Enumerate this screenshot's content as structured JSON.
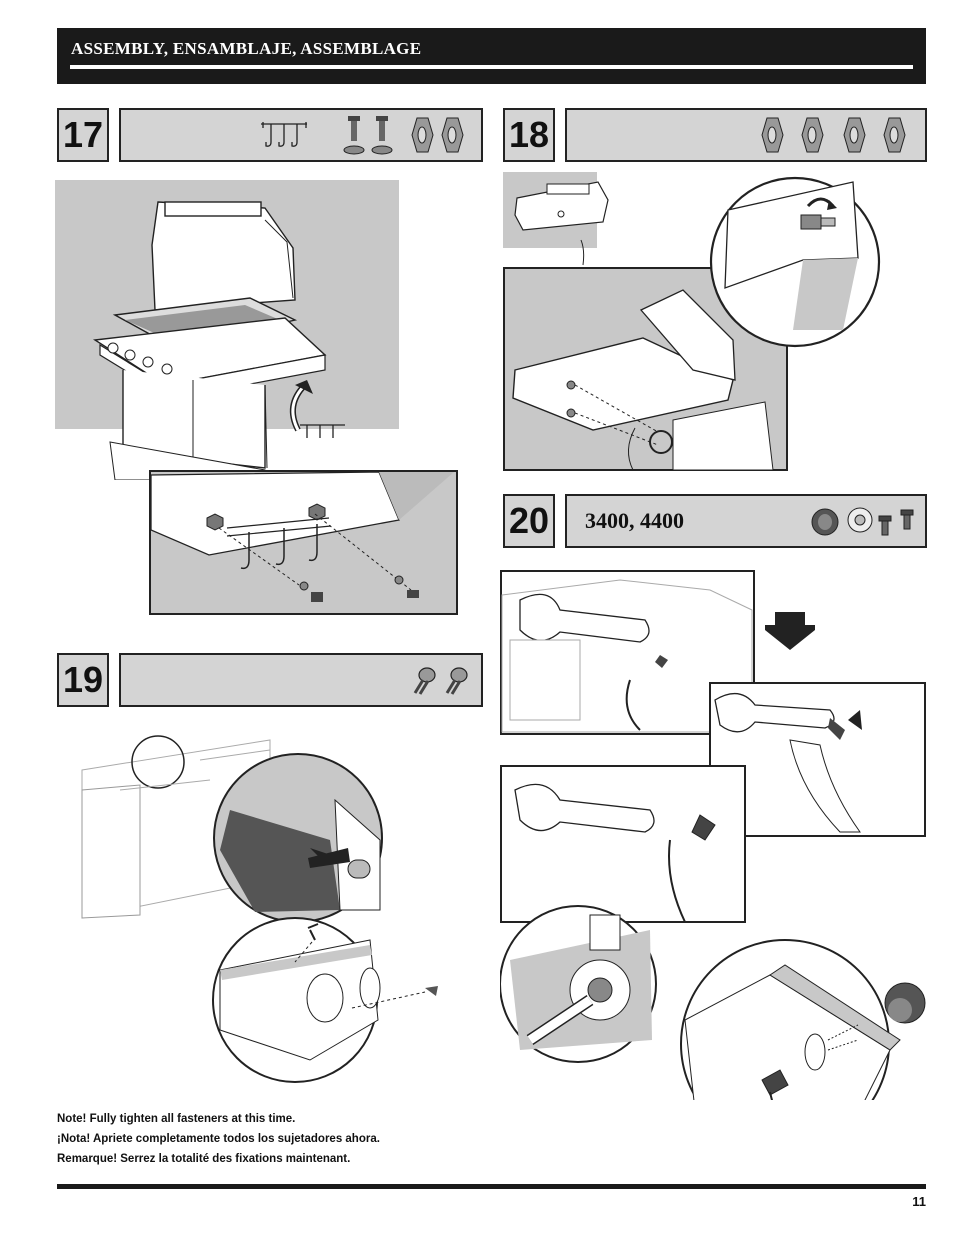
{
  "header": {
    "title": "ASSEMBLY, ENSAMBLAJE, ASSEMBLAGE"
  },
  "steps": [
    {
      "number": "17",
      "label": ""
    },
    {
      "number": "18",
      "label": ""
    },
    {
      "number": "19",
      "label": ""
    },
    {
      "number": "20",
      "label": "3400, 4400"
    }
  ],
  "notes": [
    "Note!  Fully tighten all fasteners at this time.",
    "¡Nota!  Apriete completamente todos los sujetadores ahora.",
    "Remarque!  Serrez la totalité des fixations maintenant."
  ],
  "page_number": "11",
  "colors": {
    "header_bg": "#1a1a1a",
    "step_bg": "#d4d4d4",
    "figure_gray": "#c8c8c8",
    "panel_dark": "#555555"
  },
  "icons": [
    "tool-hooks-icon",
    "bolt-icon",
    "washer-icon",
    "lock-nut-icon",
    "screw-icon",
    "control-knob-icon",
    "knob-bezel-icon",
    "arrow-down-icon"
  ]
}
